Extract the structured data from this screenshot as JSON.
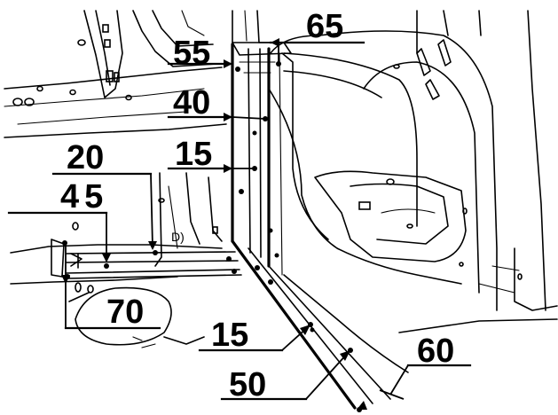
{
  "labels": {
    "dim_65": "65",
    "dim_55": "55",
    "dim_40": "40",
    "dim_20": "20",
    "dim_15_top": "15",
    "dim_45": "45",
    "dim_70": "70",
    "dim_15_bottom": "15",
    "dim_50": "50",
    "dim_60": "60"
  },
  "colors": {
    "ink": "#000000",
    "paper": "#ffffff"
  }
}
